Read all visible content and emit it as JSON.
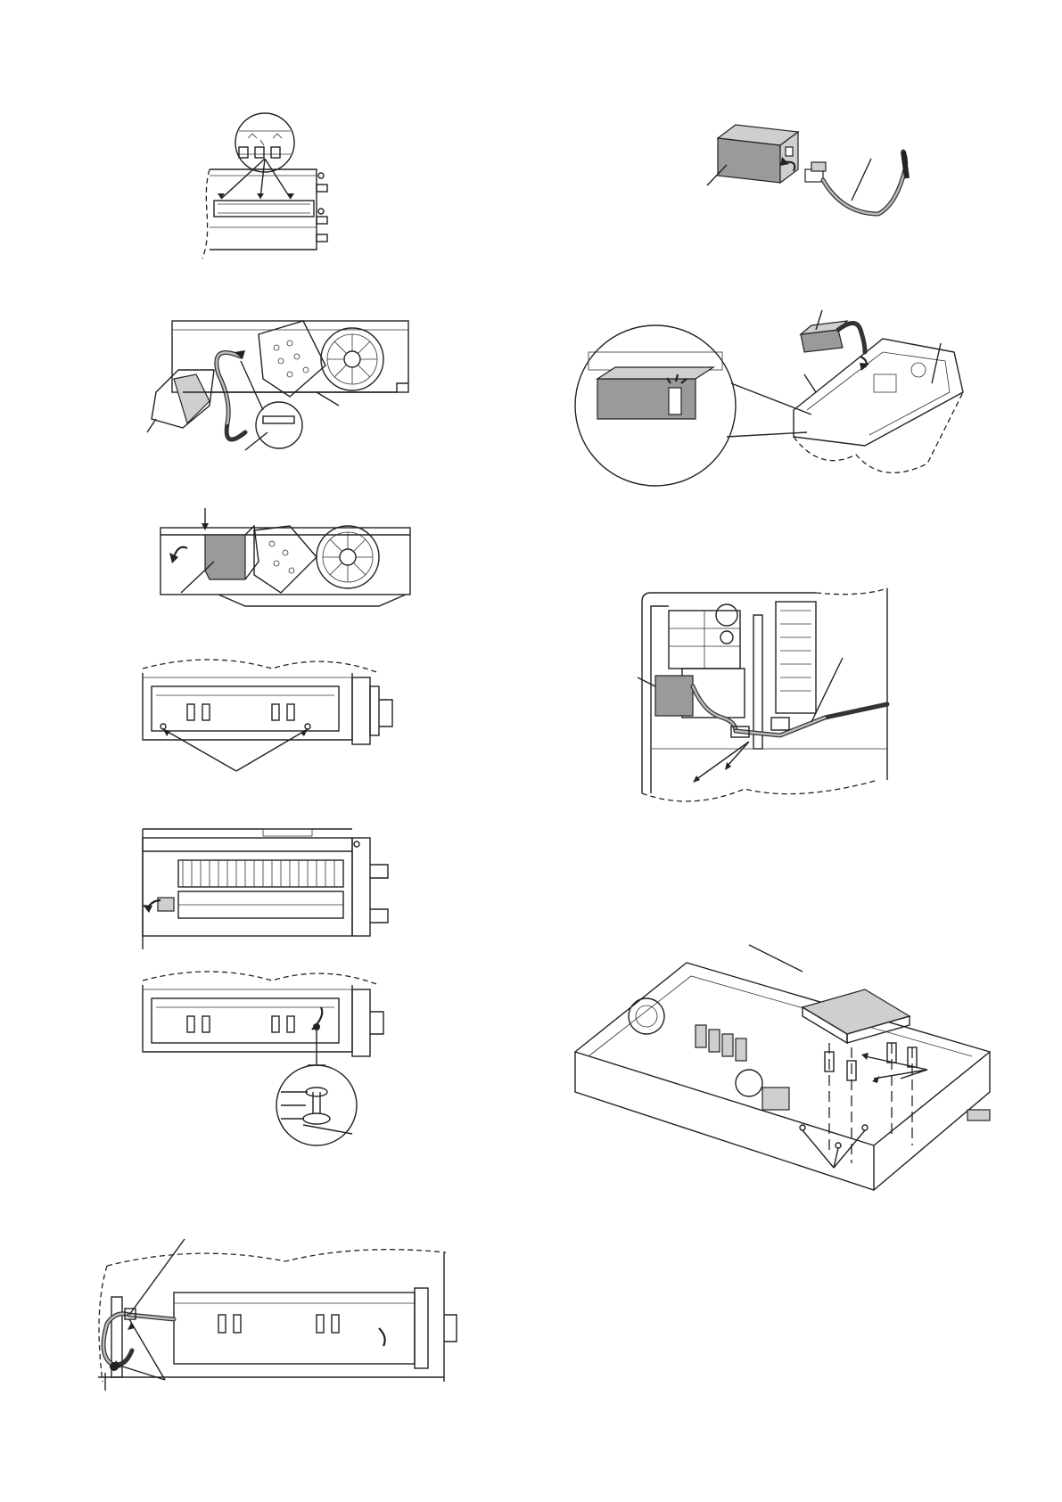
{
  "document": {
    "kind": "service-manual-illustration-page",
    "figure_count": 11
  },
  "colors": {
    "line": "#222222",
    "shade": "#9a9a9a",
    "light_shade": "#cfcfcf",
    "background": "#ffffff"
  },
  "icons": [
    "arrow-icon",
    "curved-arrow-icon",
    "screw-icon",
    "magnifier-circle"
  ]
}
